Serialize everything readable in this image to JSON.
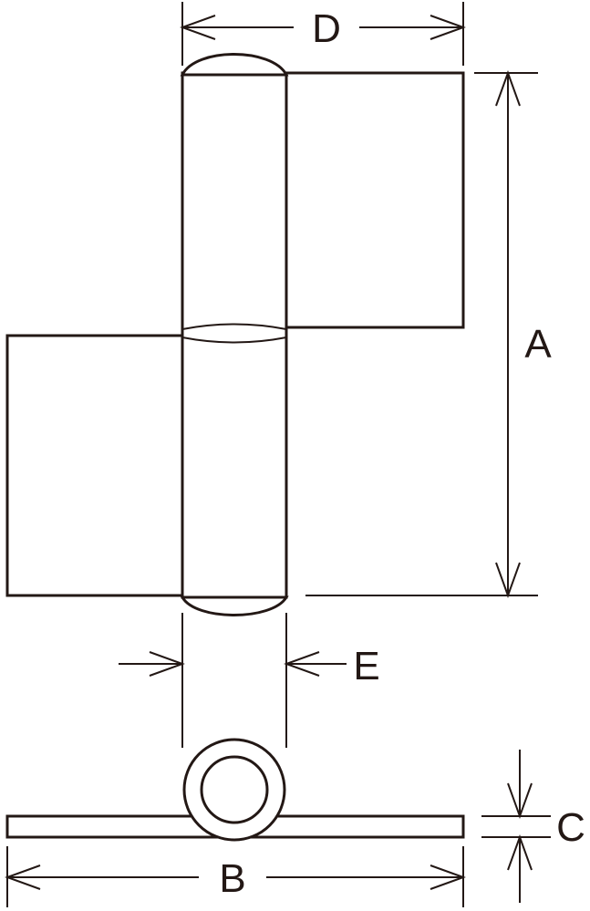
{
  "labels": {
    "a": "A",
    "b": "B",
    "c": "C",
    "d": "D",
    "e": "E"
  },
  "colors": {
    "stroke": "#231815",
    "background": "#ffffff"
  }
}
